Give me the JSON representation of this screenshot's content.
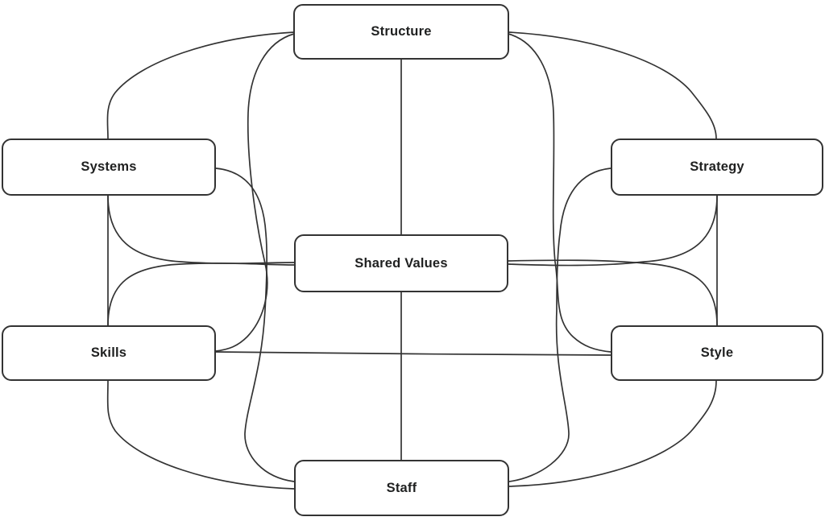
{
  "diagram": {
    "type": "flowchart",
    "background": "#ffffff",
    "colors": {
      "node_fill": "#ffffff",
      "node_border": "#333333",
      "edge": "#333333",
      "label_text": "#1f2020"
    },
    "nodes": [
      {
        "id": "structure",
        "label": "Structure"
      },
      {
        "id": "systems",
        "label": "Systems"
      },
      {
        "id": "strategy",
        "label": "Strategy"
      },
      {
        "id": "shared_values",
        "label": "Shared Values"
      },
      {
        "id": "skills",
        "label": "Skills"
      },
      {
        "id": "style",
        "label": "Style"
      },
      {
        "id": "staff",
        "label": "Staff"
      }
    ],
    "edges": [
      {
        "from": "structure",
        "to": "systems"
      },
      {
        "from": "structure",
        "to": "strategy"
      },
      {
        "from": "structure",
        "to": "shared_values"
      },
      {
        "from": "structure",
        "to": "skills"
      },
      {
        "from": "structure",
        "to": "style"
      },
      {
        "from": "systems",
        "to": "skills"
      },
      {
        "from": "systems",
        "to": "shared_values"
      },
      {
        "from": "systems",
        "to": "staff"
      },
      {
        "from": "strategy",
        "to": "style"
      },
      {
        "from": "strategy",
        "to": "shared_values"
      },
      {
        "from": "strategy",
        "to": "staff"
      },
      {
        "from": "shared_values",
        "to": "skills"
      },
      {
        "from": "shared_values",
        "to": "style"
      },
      {
        "from": "shared_values",
        "to": "staff"
      },
      {
        "from": "skills",
        "to": "style"
      },
      {
        "from": "skills",
        "to": "staff"
      },
      {
        "from": "style",
        "to": "staff"
      }
    ]
  }
}
